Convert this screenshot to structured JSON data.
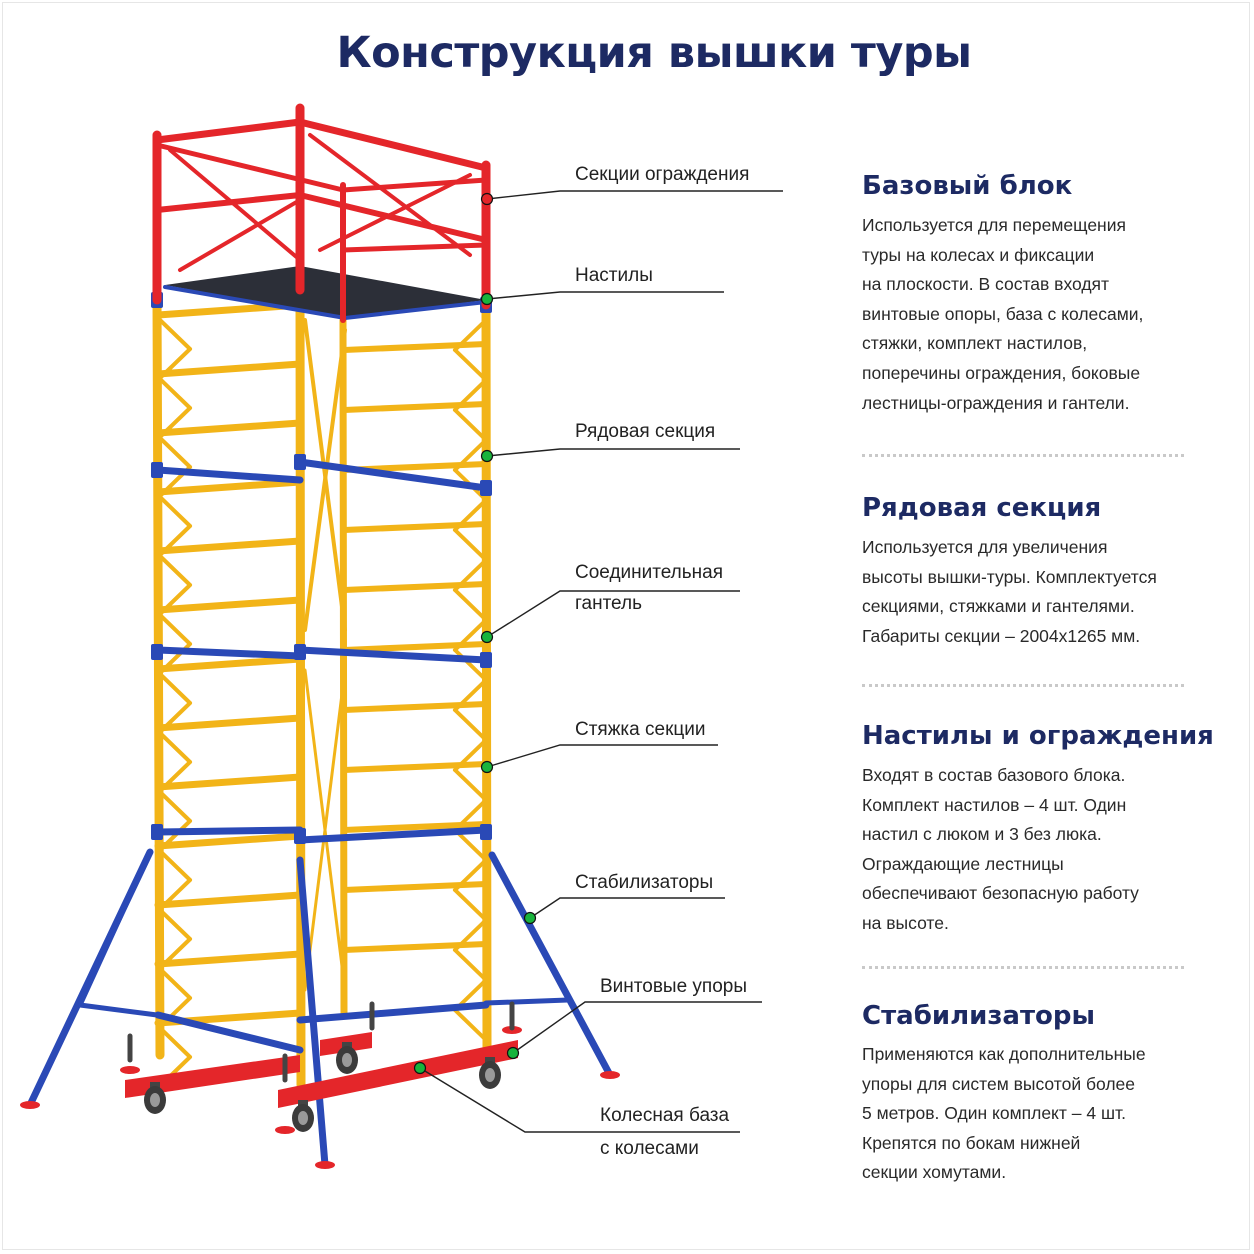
{
  "title": "Конструкция вышки туры",
  "callouts": [
    {
      "label": "Секции ограждения"
    },
    {
      "label": "Настилы"
    },
    {
      "label": "Рядовая секция"
    },
    {
      "label_lines": [
        "Соединительная",
        "гантель"
      ]
    },
    {
      "label": "Стяжка секции"
    },
    {
      "label": "Стабилизаторы"
    },
    {
      "label": "Винтовые упоры"
    },
    {
      "label_lines": [
        "Колесная база",
        "с колесами"
      ]
    }
  ],
  "sections": [
    {
      "heading": "Базовый блок",
      "lines": [
        "Используется для перемещения",
        "туры на колесах и фиксации",
        "на плоскости. В состав входят",
        "винтовые опоры, база с колесами,",
        "стяжки, комплект настилов,",
        "поперечины ограждения, боковые",
        "лестницы-ограждения и гантели."
      ]
    },
    {
      "heading": "Рядовая секция",
      "lines": [
        "Используется для увеличения",
        "высоты вышки-туры. Комплектуется",
        "секциями, стяжками и гантелями.",
        "Габариты секции – 2004х1265 мм."
      ]
    },
    {
      "heading": "Настилы и ограждения",
      "lines": [
        "Входят в состав базового блока.",
        "Комплект настилов – 4 шт. Один",
        "настил с люком и 3 без люка.",
        "Ограждающие лестницы",
        "обеспечивают безопасную работу",
        "на высоте."
      ]
    },
    {
      "heading": "Стабилизаторы",
      "lines": [
        "Применяются как дополнительные",
        "упоры для систем высотой более",
        "5 метров. Один комплект – 4 шт.",
        "Крепятся по бокам нижней",
        "секции хомутами."
      ]
    }
  ],
  "colors": {
    "title": "#1d2a63",
    "frame_yellow": "#f2b418",
    "guard_red": "#e4262a",
    "tie_blue": "#2a49b6",
    "marker_green": "#18b43c",
    "deck_dark": "#2c2f38"
  },
  "icons": [
    "green-dot-marker",
    "red-dot-marker"
  ]
}
